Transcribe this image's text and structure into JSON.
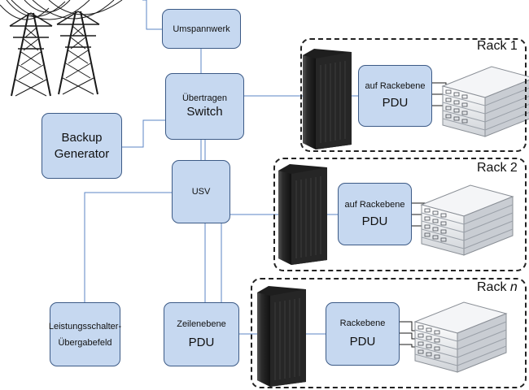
{
  "nodes": {
    "umspannwerk": "Umspannwerk",
    "switch": {
      "line1": "Übertragen",
      "line2": "Switch"
    },
    "backup": {
      "line1": "Backup",
      "line2": "Generator"
    },
    "usv": "USV",
    "breaker": {
      "line1": "Leistungsschalter-",
      "line2": "Übergabefeld"
    },
    "row_pdu": {
      "line1": "Zeilenebene",
      "line2": "PDU"
    }
  },
  "racks": [
    {
      "title": "Rack 1",
      "pdu_line1": "auf Rackebene",
      "pdu_line2": "PDU"
    },
    {
      "title": "Rack 2",
      "pdu_line1": "auf Rackebene",
      "pdu_line2": "PDU"
    },
    {
      "title_prefix": "Rack ",
      "title_var": "n",
      "pdu_line1": "Rackebene",
      "pdu_line2": "PDU"
    }
  ],
  "colors": {
    "box_fill": "#c6d8f0",
    "box_border": "#3c5a86",
    "wire": "#5b86c6",
    "tower": "#1a1a1a",
    "server_rack": "#2b2b2b"
  }
}
